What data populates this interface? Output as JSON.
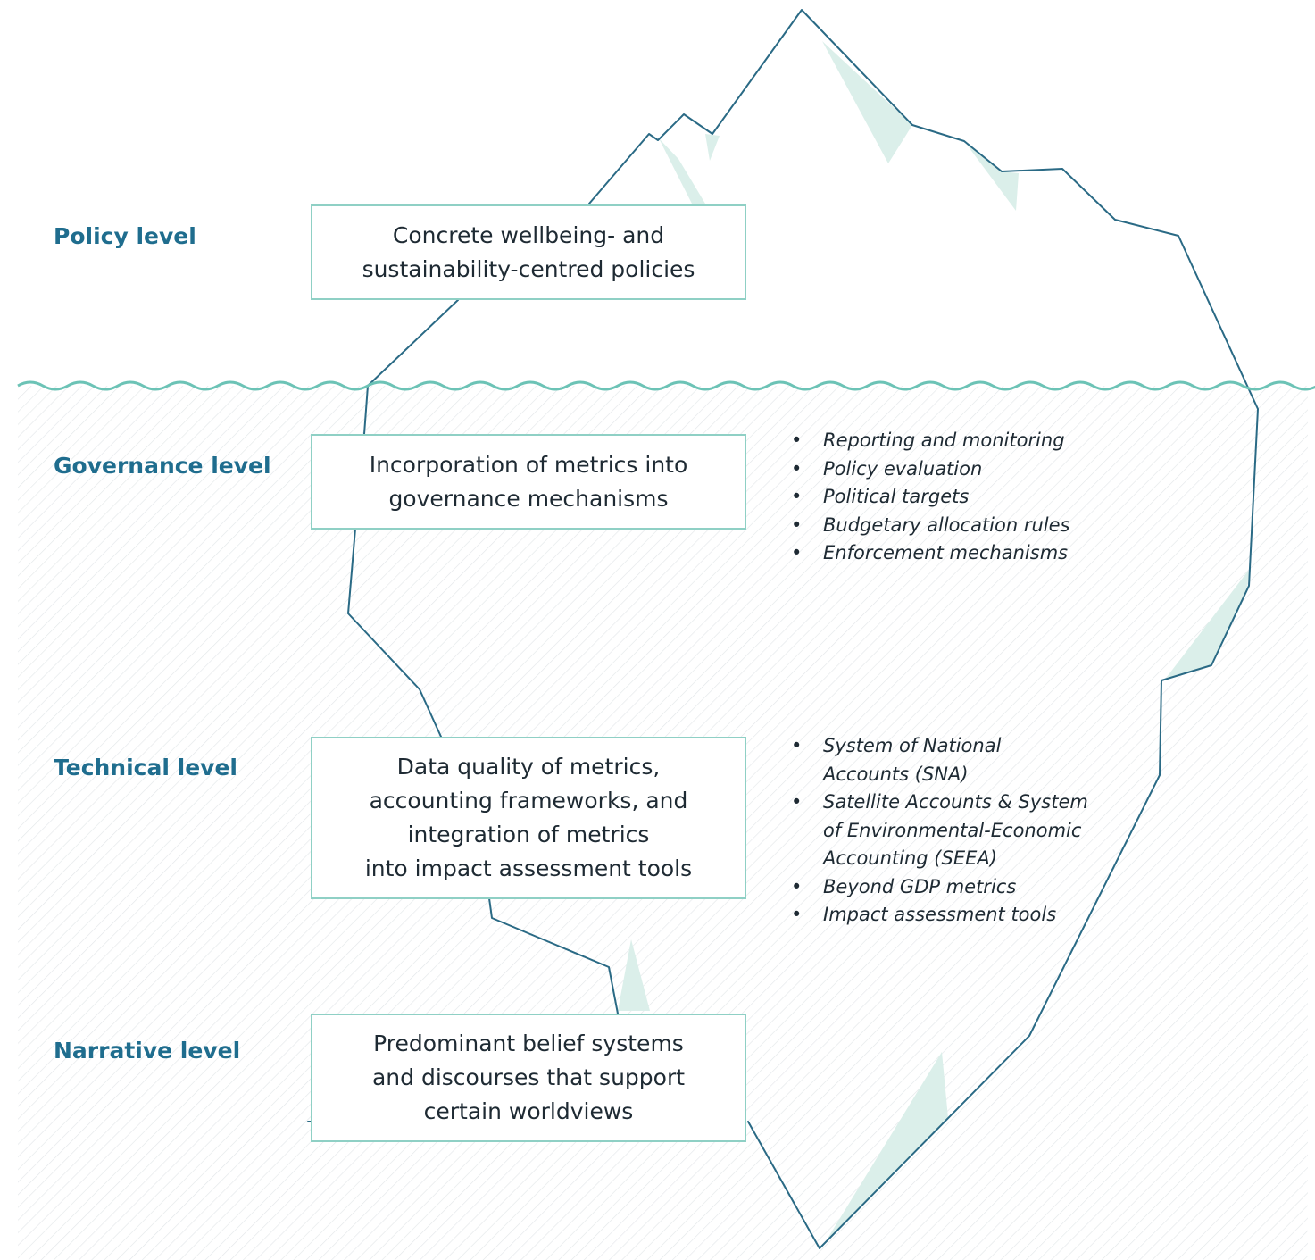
{
  "colors": {
    "label": "#1f6d8e",
    "outline": "#2a6a85",
    "water": "#6cc3b6",
    "highlight": "#dbefea",
    "box_border": "#8fd0c5",
    "text": "#1e2a33"
  },
  "levels": {
    "policy": {
      "label": "Policy level",
      "box_text": "Concrete wellbeing- and\nsustainability-centred policies"
    },
    "governance": {
      "label": "Governance level",
      "box_text": "Incorporation of metrics into\ngovernance mechanisms",
      "bullets": [
        "Reporting and monitoring",
        "Policy evaluation",
        "Political targets",
        "Budgetary allocation rules",
        "Enforcement mechanisms"
      ]
    },
    "technical": {
      "label": "Technical level",
      "box_text": "Data quality of metrics,\naccounting frameworks, and\nintegration of metrics\ninto impact assessment tools",
      "bullets": [
        "System of National\nAccounts (SNA)",
        "Satellite Accounts & System\nof Environmental-Economic\nAccounting (SEEA)",
        "Beyond GDP metrics",
        "Impact assessment tools"
      ]
    },
    "narrative": {
      "label": "Narrative level",
      "box_text": "Predominant belief systems\nand discourses that support\ncertain worldviews"
    }
  }
}
